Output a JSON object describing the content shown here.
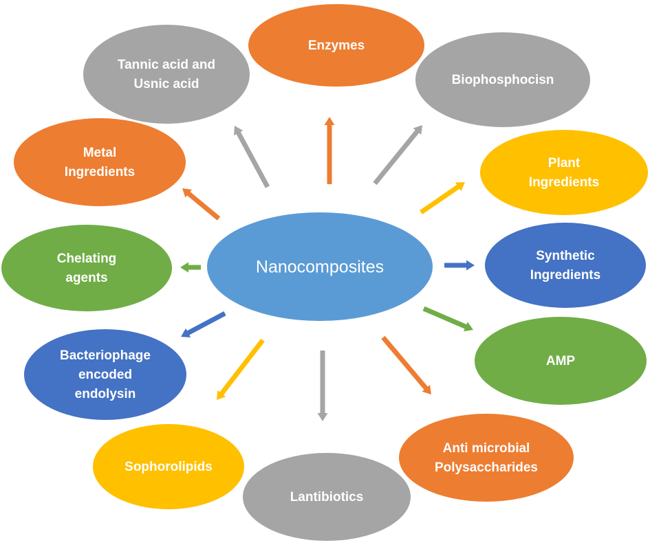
{
  "center": {
    "label": "Nanocomposites",
    "color": "#5B9BD5"
  },
  "colors": {
    "orange": "#ED7D31",
    "gray": "#A5A5A5",
    "yellow": "#FFC000",
    "blue": "#4472C4",
    "green": "#70AD47"
  },
  "nodes": [
    {
      "id": "enzymes",
      "lines": [
        "Enzymes"
      ],
      "color": "orange"
    },
    {
      "id": "biophosphocisn",
      "lines": [
        "Biophosphocisn"
      ],
      "color": "gray"
    },
    {
      "id": "plant-ingredients",
      "lines": [
        "Plant",
        "Ingredients"
      ],
      "color": "yellow"
    },
    {
      "id": "synthetic-ingredients",
      "lines": [
        "Synthetic",
        "Ingredients"
      ],
      "color": "blue"
    },
    {
      "id": "amp",
      "lines": [
        "AMP"
      ],
      "color": "green"
    },
    {
      "id": "anti-microbial-polysaccharides",
      "lines": [
        "Anti microbial",
        "Polysaccharides"
      ],
      "color": "orange"
    },
    {
      "id": "lantibiotics",
      "lines": [
        "Lantibiotics"
      ],
      "color": "gray"
    },
    {
      "id": "sophorolipids",
      "lines": [
        "Sophorolipids"
      ],
      "color": "yellow"
    },
    {
      "id": "bacteriophage-encoded-endolysin",
      "lines": [
        "Bacteriophage",
        "encoded",
        "endolysin"
      ],
      "color": "blue"
    },
    {
      "id": "chelating-agents",
      "lines": [
        "Chelating",
        "agents"
      ],
      "color": "green"
    },
    {
      "id": "metal-ingredients",
      "lines": [
        "Metal",
        "Ingredients"
      ],
      "color": "orange"
    },
    {
      "id": "tannic-usnic-acid",
      "lines": [
        "Tannic acid and",
        "Usnic acid"
      ],
      "color": "gray"
    }
  ]
}
